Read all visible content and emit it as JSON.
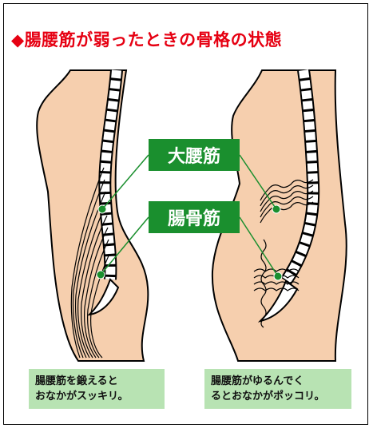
{
  "title": "◆腸腰筋が弱ったときの骨格の状態",
  "labels": {
    "psoas": "大腰筋",
    "iliacus": "腸骨筋"
  },
  "captions": {
    "strong": {
      "line1": "腸腰筋を鍛えると",
      "line2": "おなかがスッキリ。"
    },
    "weak": {
      "line1": "腸腰筋がゆるんでく",
      "line2": "るとおなかがポッコリ。"
    }
  },
  "colors": {
    "title": "#e60012",
    "label_bg": "#1a8f2e",
    "caption_bg": "#b8e3b3",
    "skin": "#f6cfae"
  }
}
